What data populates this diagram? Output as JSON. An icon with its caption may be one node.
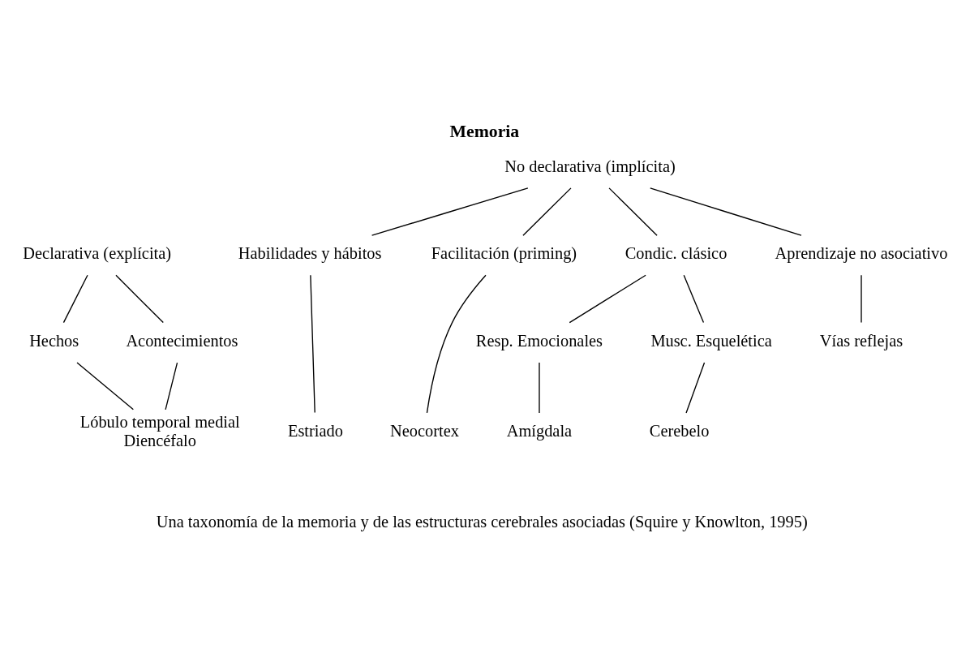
{
  "diagram": {
    "title": "Memoria",
    "caption": "Una taxonomía de la memoria y de las estructuras cerebrales asociadas (Squire y Knowlton, 1995)",
    "nodes": [
      {
        "text": [
          "Declarativa (explícita)"
        ]
      },
      {
        "text": [
          "No declarativa (implícita)"
        ]
      },
      {
        "text": [
          "Hechos"
        ]
      },
      {
        "text": [
          "Acontecimientos"
        ]
      },
      {
        "text": [
          "Habilidades y hábitos"
        ]
      },
      {
        "text": [
          "Facilitación (priming)"
        ]
      },
      {
        "text": [
          "Condic. clásico"
        ]
      },
      {
        "text": [
          "Aprendizaje no asociativo"
        ]
      },
      {
        "text": [
          "Resp. Emocionales"
        ]
      },
      {
        "text": [
          "Musc. Esquelética"
        ]
      },
      {
        "text": [
          "Lóbulo temporal medial",
          "Diencéfalo"
        ]
      },
      {
        "text": [
          "Estriado"
        ]
      },
      {
        "text": [
          "Neocortex"
        ]
      },
      {
        "text": [
          "Amígdala"
        ]
      },
      {
        "text": [
          "Cerebelo"
        ]
      },
      {
        "text": [
          "Vías reflejas"
        ]
      }
    ],
    "edges": [
      {
        "from": 0,
        "to": 2,
        "arrow": "none"
      },
      {
        "from": 0,
        "to": 3,
        "arrow": "none"
      },
      {
        "from": 1,
        "to": 4,
        "arrow": "none"
      },
      {
        "from": 1,
        "to": 5,
        "arrow": "none"
      },
      {
        "from": 1,
        "to": 6,
        "arrow": "none"
      },
      {
        "from": 1,
        "to": 7,
        "arrow": "none"
      },
      {
        "from": 2,
        "to": 10,
        "arrow": "none"
      },
      {
        "from": 3,
        "to": 10,
        "arrow": "none"
      },
      {
        "from": 4,
        "to": 11,
        "arrow": "none"
      },
      {
        "from": 5,
        "to": 12,
        "arrow": "none"
      },
      {
        "from": 6,
        "to": 8,
        "arrow": "none"
      },
      {
        "from": 6,
        "to": 9,
        "arrow": "none"
      },
      {
        "from": 8,
        "to": 13,
        "arrow": "none"
      },
      {
        "from": 9,
        "to": 14,
        "arrow": "none"
      },
      {
        "from": 7,
        "to": 15,
        "arrow": "none"
      }
    ]
  }
}
